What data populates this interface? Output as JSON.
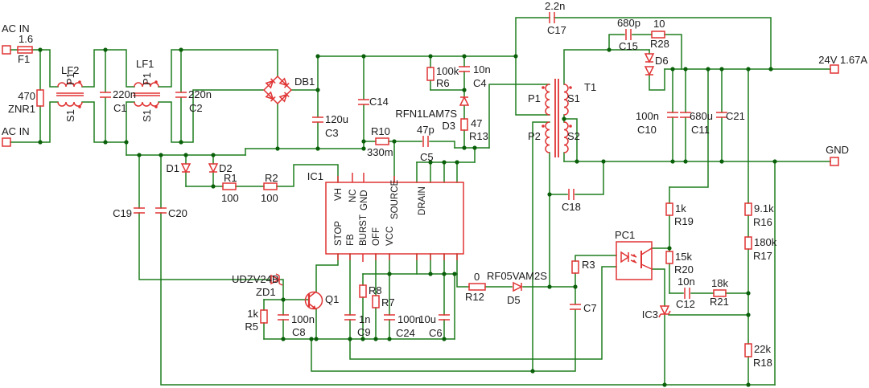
{
  "terminals": {
    "ac_in_1": "AC IN",
    "ac_in_2": "AC IN",
    "out_v": "24V 1.67A",
    "out_gnd": "GND"
  },
  "ic1": {
    "r": "IC1",
    "top": [
      "VH",
      "NC",
      "GND",
      "SOURCE",
      "DRAIN"
    ],
    "bottom": [
      "STOP",
      "FB",
      "BURST",
      "OFF",
      "VCC"
    ]
  },
  "colors": {
    "wire": "#1e7d1e",
    "component": "#e03333",
    "text": "#1a1a1a"
  },
  "c": {
    "F1": {
      "r": "F1",
      "v": "1.6"
    },
    "ZNR1": {
      "r": "ZNR1",
      "v": "470"
    },
    "LF2": {
      "r": "LF2",
      "p": "P1",
      "s": "S1"
    },
    "LF1": {
      "r": "LF1",
      "p": "P1",
      "s": "S1"
    },
    "C1": {
      "r": "C1",
      "v": "220n"
    },
    "C2": {
      "r": "C2",
      "v": "220n"
    },
    "DB1": {
      "r": "DB1"
    },
    "C3": {
      "r": "C3",
      "v": "120u"
    },
    "C14": {
      "r": "C14"
    },
    "R10": {
      "r": "R10",
      "v": "330m"
    },
    "R6": {
      "r": "R6",
      "v": "100k"
    },
    "C4": {
      "r": "C4",
      "v": "10n"
    },
    "D3": {
      "r": "D3",
      "v": "RFN1LAM7S"
    },
    "R13": {
      "r": "R13",
      "v": "47"
    },
    "C5": {
      "r": "C5",
      "v": "47p"
    },
    "C17": {
      "r": "C17",
      "v": "2.2n"
    },
    "C15": {
      "r": "C15",
      "v": "680p"
    },
    "R28": {
      "r": "R28",
      "v": "10"
    },
    "D6": {
      "r": "D6"
    },
    "T1": {
      "r": "T1",
      "p1": "P1",
      "p2": "P2",
      "s1": "S1",
      "s2": "S2"
    },
    "C18": {
      "r": "C18"
    },
    "C10": {
      "r": "C10",
      "v": "100n"
    },
    "C11": {
      "r": "C11",
      "v": "680u"
    },
    "C21": {
      "r": "C21"
    },
    "D1": {
      "r": "D1"
    },
    "D2": {
      "r": "D2"
    },
    "R1": {
      "r": "R1",
      "v": "100"
    },
    "R2": {
      "r": "R2",
      "v": "100"
    },
    "C19": {
      "r": "C19"
    },
    "C20": {
      "r": "C20"
    },
    "ZD1": {
      "r": "ZD1",
      "v": "UDZV24B"
    },
    "R5": {
      "r": "R5",
      "v": "1k"
    },
    "Q1": {
      "r": "Q1"
    },
    "C8": {
      "r": "C8",
      "v": "100n"
    },
    "C9": {
      "r": "C9",
      "v": "1n"
    },
    "R8": {
      "r": "R8"
    },
    "R7": {
      "r": "R7"
    },
    "C24": {
      "r": "C24",
      "v": "100n"
    },
    "C6": {
      "r": "C6",
      "v": "10u"
    },
    "R12": {
      "r": "R12",
      "v": "0"
    },
    "D5": {
      "r": "D5",
      "v": "RF05VAM2S"
    },
    "R3": {
      "r": "R3"
    },
    "C7": {
      "r": "C7"
    },
    "PC1": {
      "r": "PC1"
    },
    "R19": {
      "r": "R19",
      "v": "1k"
    },
    "R20": {
      "r": "R20",
      "v": "15k"
    },
    "C12": {
      "r": "C12",
      "v": "10n"
    },
    "R21": {
      "r": "R21",
      "v": "18k"
    },
    "IC3": {
      "r": "IC3"
    },
    "R16": {
      "r": "R16",
      "v": "9.1k"
    },
    "R17": {
      "r": "R17",
      "v": "180k"
    },
    "R18": {
      "r": "R18",
      "v": "22k"
    }
  }
}
